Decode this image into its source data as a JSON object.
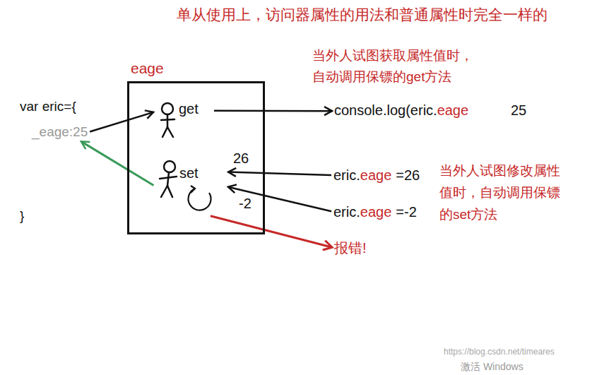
{
  "diagram": {
    "title": "单从使用上，访问器属性的用法和普通属性时完全一样的",
    "nodes": [
      {
        "text": [
          "eage"
        ]
      },
      {
        "text": [
          "get"
        ],
        "in": 0
      },
      {
        "text": [
          "set"
        ],
        "in": 0
      },
      {
        "text": [
          "var eric={",
          "}"
        ]
      },
      {
        "text": [
          "_eage:25"
        ],
        "in": 3
      },
      {
        "text": [
          "console.log(eric.",
          "eage"
        ]
      },
      {
        "text": [
          "eric.",
          "eage",
          "=26"
        ]
      },
      {
        "text": [
          "eric.",
          "eage",
          "=-2"
        ]
      },
      {
        "text": [
          "报错!"
        ]
      }
    ],
    "edges": [
      {
        "from": 4,
        "to": 1,
        "arrow": "to"
      },
      {
        "from": 1,
        "to": 5,
        "arrow": "to"
      },
      {
        "from": 6,
        "to": 2,
        "label": "26",
        "arrow": "to"
      },
      {
        "from": 7,
        "to": 2,
        "label": "-2",
        "arrow": "to"
      },
      {
        "from": 2,
        "to": 4,
        "arrow": "to"
      },
      {
        "from": 2,
        "to": 8,
        "arrow": "to"
      }
    ],
    "labels": [
      "当外人试图获取属性值时，自动调用保镖的get方法",
      "25",
      "当外人试图修改属性值时，自动调用保镖的set方法",
      "激活 Windows",
      "https://blog.csdn.net/timeares"
    ]
  }
}
